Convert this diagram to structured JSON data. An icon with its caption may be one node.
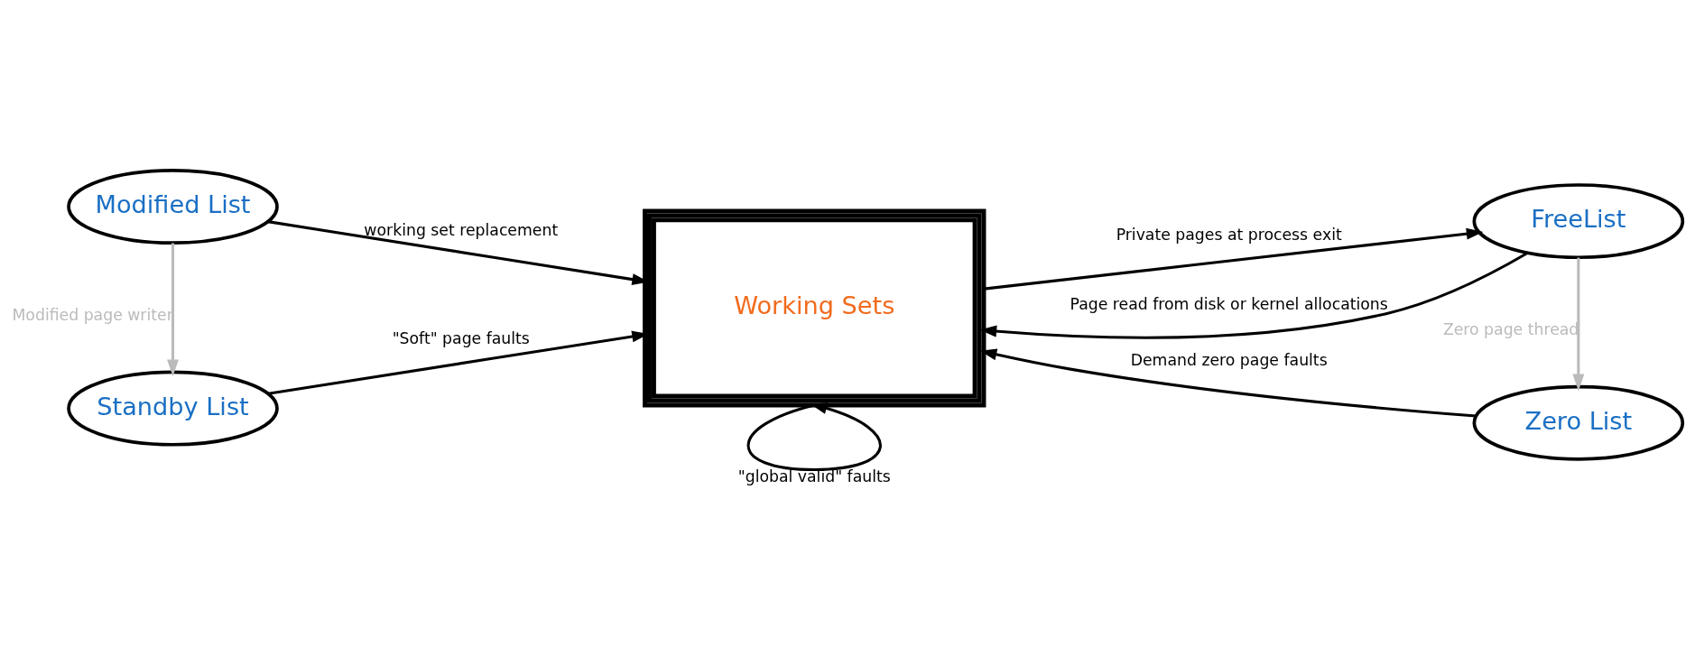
{
  "diagram": {
    "nodes": [
      {
        "text": [
          "Modified List"
        ]
      },
      {
        "text": [
          "FreeList"
        ]
      },
      {
        "text": [
          "Working Sets"
        ]
      },
      {
        "text": [
          "Standby List"
        ]
      },
      {
        "text": [
          "Zero List"
        ]
      }
    ],
    "edges": [
      {
        "from": 0,
        "to": 2,
        "arrow": "to",
        "label": "working set replacement"
      },
      {
        "from": 1,
        "to": 2,
        "arrow": "to",
        "label": "Page read from disk or kernel allocations"
      },
      {
        "from": 2,
        "to": 1,
        "arrow": "to",
        "label": "Private pages at process exit"
      },
      {
        "from": 0,
        "to": 3,
        "arrow": "to",
        "label": "Modified page writer",
        "color": "#bbbbbb"
      },
      {
        "from": 1,
        "to": 4,
        "arrow": "to",
        "label": "Zero page thread",
        "color": "#bbbbbb"
      },
      {
        "from": 4,
        "to": 2,
        "arrow": "to",
        "label": "Demand zero page faults"
      },
      {
        "from": 3,
        "to": 2,
        "arrow": "to",
        "label": "\"Soft\" page faults"
      },
      {
        "from": 2,
        "to": 2,
        "arrow": "to",
        "label": "\"global valid\" faults"
      }
    ]
  }
}
